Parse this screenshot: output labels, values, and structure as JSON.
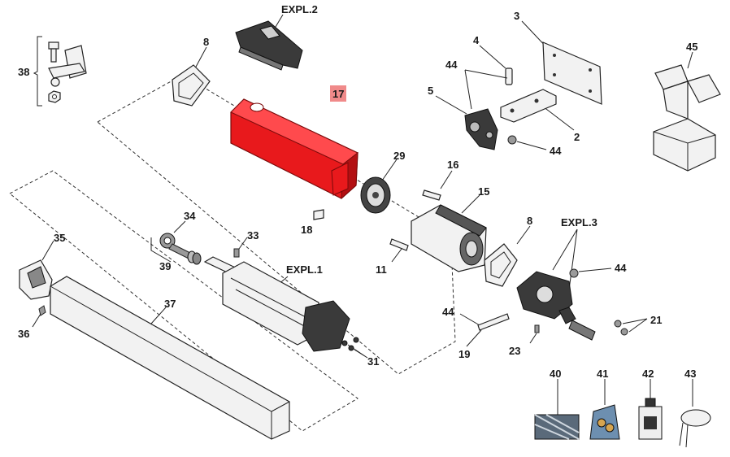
{
  "selected_part": "17",
  "colors": {
    "highlight": "#e8191c",
    "badge": "#f08a8a"
  },
  "labels": {
    "p38": "38",
    "p8a": "8",
    "expl2": "EXPL.2",
    "p17": "17",
    "p3": "3",
    "p4": "4",
    "p44a": "44",
    "p5": "5",
    "p2": "2",
    "p44b": "44",
    "p45": "45",
    "p29": "29",
    "p16": "16",
    "p15": "15",
    "p18": "18",
    "p34": "34",
    "p33": "33",
    "p35": "35",
    "p39": "39",
    "expl1": "EXPL.1",
    "p11": "11",
    "p8b": "8",
    "expl3": "EXPL.3",
    "p44c": "44",
    "p37": "37",
    "p44d": "44",
    "p21": "21",
    "p36": "36",
    "p31": "31",
    "p19": "19",
    "p23": "23",
    "p40": "40",
    "p41": "41",
    "p42": "42",
    "p43": "43"
  }
}
